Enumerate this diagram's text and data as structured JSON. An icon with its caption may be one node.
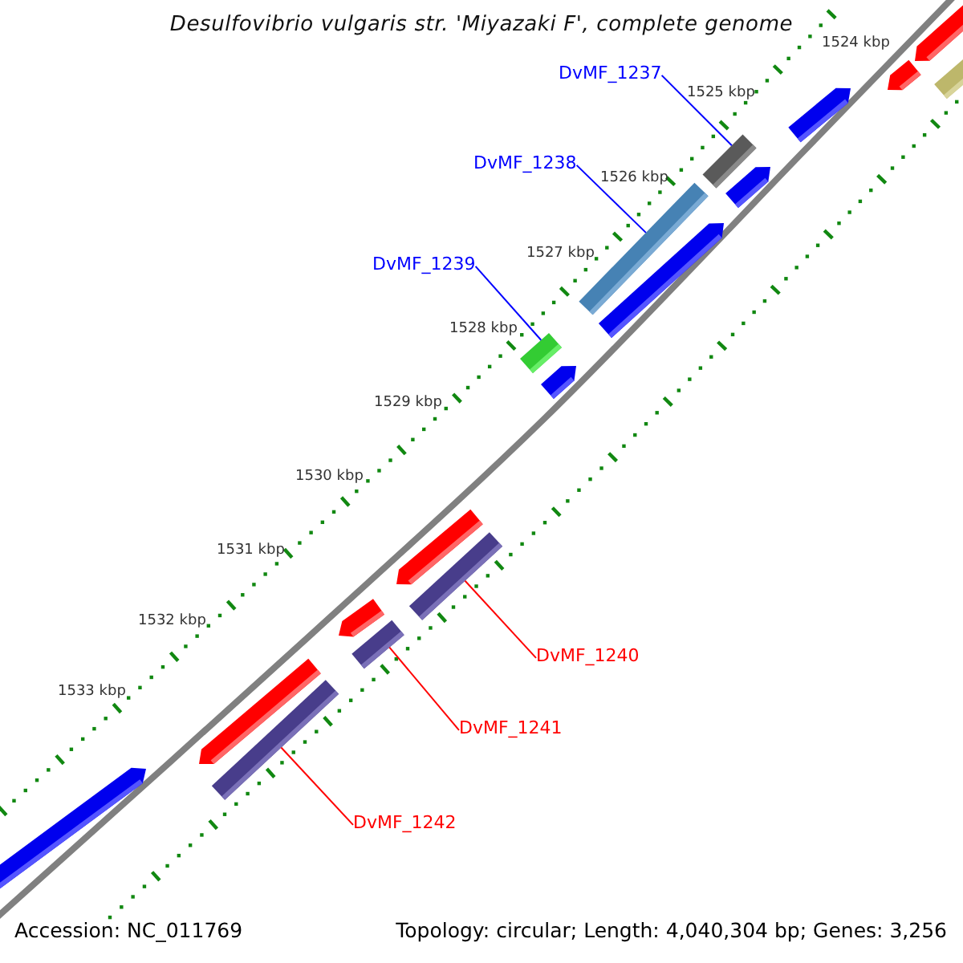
{
  "diagram": {
    "title": "Desulfovibrio vulgaris str. 'Miyazaki F', complete genome",
    "nodes": [
      {
        "text": [
          "DvMF_1237"
        ]
      },
      {
        "text": [
          "DvMF_1238"
        ]
      },
      {
        "text": [
          "DvMF_1239"
        ]
      },
      {
        "text": [
          "DvMF_1240"
        ]
      },
      {
        "text": [
          "DvMF_1241"
        ]
      },
      {
        "text": [
          "DvMF_1242"
        ]
      },
      {
        "text": [],
        "shape": "bar"
      },
      {
        "text": [],
        "shape": "bar"
      },
      {
        "text": [],
        "shape": "bar"
      },
      {
        "text": [],
        "shape": "bar"
      },
      {
        "text": [],
        "shape": "bar"
      },
      {
        "text": [],
        "shape": "bar"
      }
    ],
    "edges": [
      {
        "from": 0,
        "to": 6,
        "arrow": "none",
        "color": "#0000ff"
      },
      {
        "from": 1,
        "to": 7,
        "arrow": "none",
        "color": "#0000ff"
      },
      {
        "from": 2,
        "to": 8,
        "arrow": "none",
        "color": "#0000ff"
      },
      {
        "from": 3,
        "to": 9,
        "arrow": "none",
        "color": "#ff0000"
      },
      {
        "from": 4,
        "to": 10,
        "arrow": "none",
        "color": "#ff0000"
      },
      {
        "from": 5,
        "to": 11,
        "arrow": "none",
        "color": "#ff0000"
      }
    ],
    "labels": [
      "1524 kbp",
      "1525 kbp",
      "1526 kbp",
      "1527 kbp",
      "1528 kbp",
      "1529 kbp",
      "1530 kbp",
      "1531 kbp",
      "1532 kbp",
      "1533 kbp",
      "Accession: NC_011769",
      "Topology: circular; Length: 4,040,304 bp; Genes: 3,256"
    ]
  }
}
